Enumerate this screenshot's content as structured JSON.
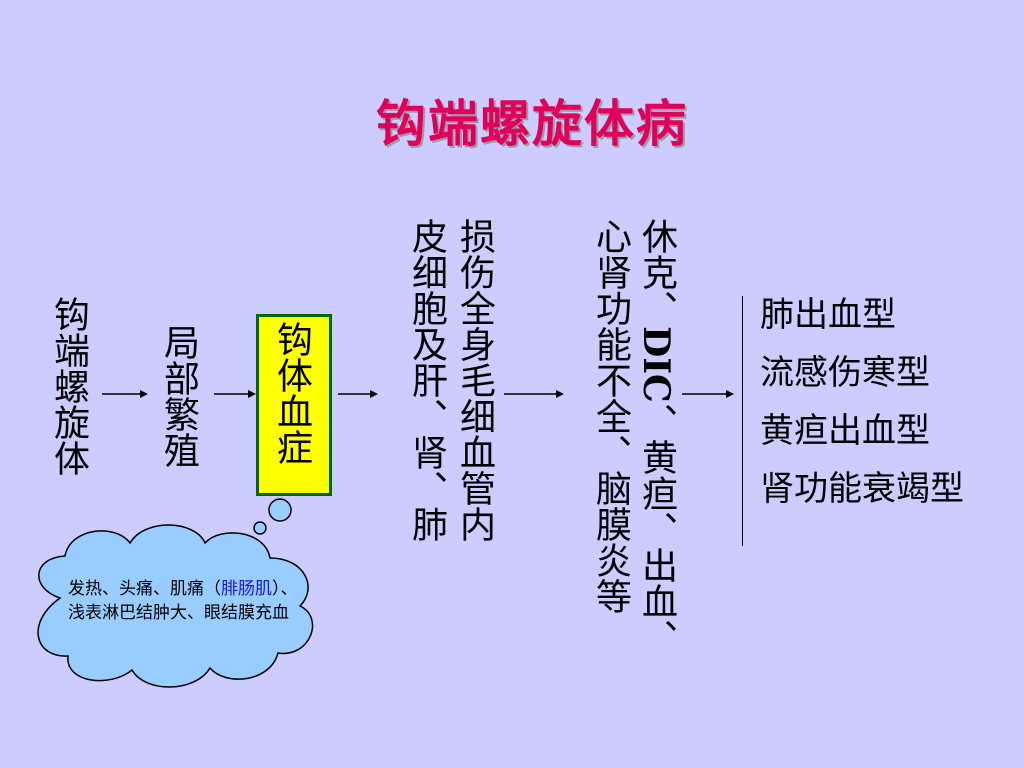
{
  "title": "钩端螺旋体病",
  "flow": {
    "step1": "钩端螺旋体",
    "step2": "局部繁殖",
    "step3": "钩体血症",
    "step4": {
      "col1": "损伤全身毛细血管内",
      "col2": "皮细胞及肝、肾、肺"
    },
    "step5": {
      "col1_a": "休克、",
      "col1_latin": "DIC",
      "col1_b": "、黄疸、出血、",
      "col2": "心肾功能不全、脑膜炎等"
    }
  },
  "clinical_types": [
    "肺出血型",
    "流感伤寒型",
    "黄疸出血型",
    "肾功能衰竭型"
  ],
  "cloud": {
    "part1": "发热、头痛、肌痛（",
    "highlight": "腓肠肌",
    "part2": "）、浅表淋巴结肿大、眼结膜充血"
  },
  "colors": {
    "background": "#ccccff",
    "title": "#e0005a",
    "highlight_box": "#ffff00",
    "box_border": "#006600",
    "cloud_fill": "#99ccff",
    "cloud_highlight": "#1a1acc"
  }
}
